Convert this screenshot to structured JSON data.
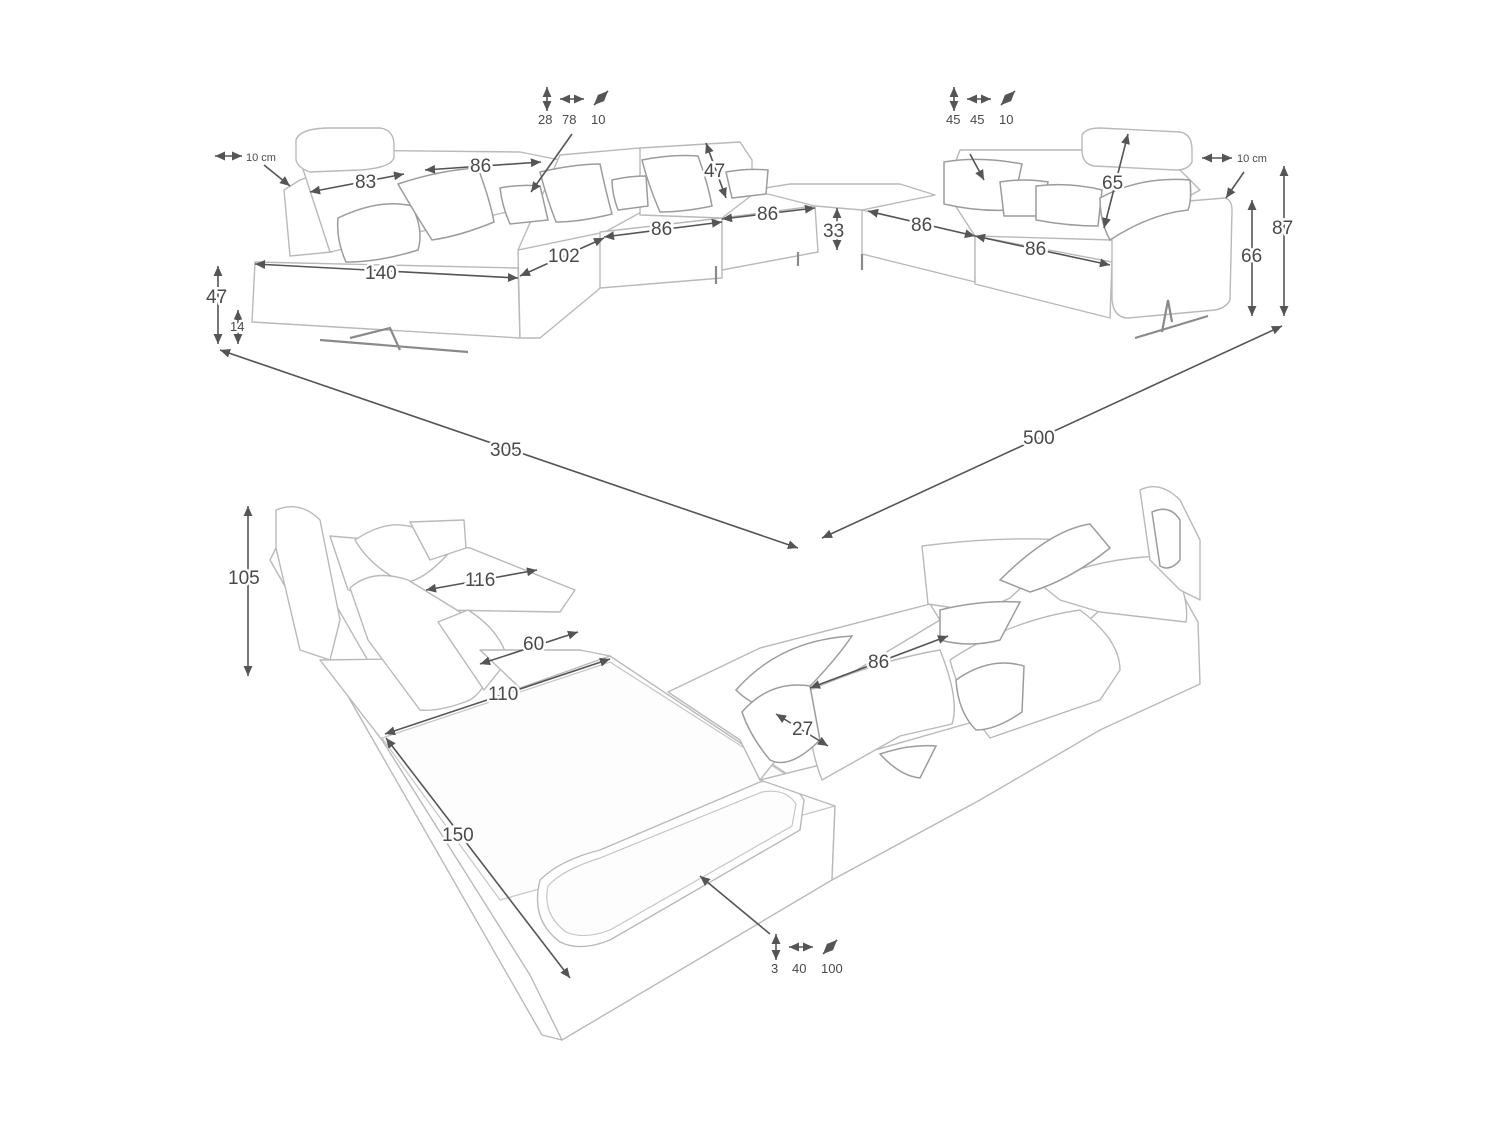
{
  "top_view": {
    "left_arm": "10 cm",
    "right_arm": "10 cm",
    "seat_left_back": "83",
    "seat_left_back2": "86",
    "pillow_group1": {
      "h": "28",
      "w": "78",
      "d": "10"
    },
    "pillow_group2": {
      "h": "45",
      "w": "45",
      "d": "10"
    },
    "back_height": "47",
    "headrest": "65",
    "seat_86_a": "86",
    "seat_86_b": "86",
    "seat_86_c": "86",
    "seat_86_d": "86",
    "seat_height": "33",
    "chaise_length": "140",
    "chaise_depth": "102",
    "total_height_left": "47",
    "leg_height": "14",
    "arm_height": "66",
    "total_height_right": "87",
    "overall_left": "305",
    "overall_right": "500"
  },
  "bottom_view": {
    "back_height": "105",
    "headrest_width": "116",
    "cushion_60": "60",
    "seat_depth": "110",
    "chaise_150": "150",
    "seat_86": "86",
    "pillow_27": "27",
    "tray": {
      "h": "3",
      "w": "40",
      "d": "100"
    }
  }
}
